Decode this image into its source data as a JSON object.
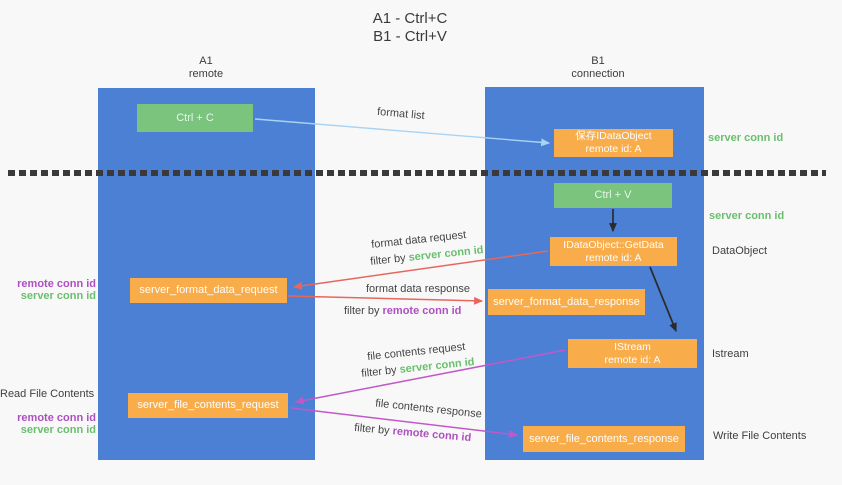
{
  "title": {
    "line1": "A1 - Ctrl+C",
    "line2": "B1 - Ctrl+V"
  },
  "columns": {
    "left": {
      "header_line1": "A1",
      "header_line2": "remote"
    },
    "right": {
      "header_line1": "B1",
      "header_line2": "connection"
    }
  },
  "nodes": {
    "ctrl_c": "Ctrl + C",
    "save_idataobject": {
      "line1": "保存IDataObject",
      "line2": "remote id: A"
    },
    "ctrl_v": "Ctrl + V",
    "getdata": {
      "line1": "IDataObject::GetData",
      "line2": "remote id: A"
    },
    "format_request": "server_format_data_request",
    "format_response": "server_format_data_response",
    "istream": {
      "line1": "IStream",
      "line2": "remote id: A"
    },
    "file_request": "server_file_contents_request",
    "file_response": "server_file_contents_response"
  },
  "edge_labels": {
    "format_list": "format list",
    "format_data_request": "format data request",
    "format_data_response": "format data response",
    "file_contents_request": "file contents request",
    "file_contents_response": "file contents response",
    "filter_by": "filter by",
    "server_conn_id": "server conn id",
    "remote_conn_id": "remote conn id"
  },
  "side_labels": {
    "server_conn_id_top": "server conn id",
    "server_conn_id_mid": "server conn id",
    "dataobject": "DataObject",
    "istream": "Istream",
    "write_file_contents": "Write File Contents",
    "read_file_contents": "Read File Contents",
    "remote_conn_id_1": "remote conn id",
    "server_conn_id_1": "server conn id",
    "remote_conn_id_2": "remote conn id",
    "server_conn_id_2": "server conn id"
  },
  "colors": {
    "background": "#f8f8f8",
    "column_blue": "#4c80d4",
    "node_orange": "#f9ad4a",
    "node_green": "#7bc47e",
    "green_text": "#6abf6e",
    "purple_text": "#ae4fc2",
    "red_arrow": "#e8665c",
    "purple_arrow": "#c158c9",
    "lightblue_arrow": "#a9d3f2",
    "black_arrow": "#2b2b2b"
  }
}
